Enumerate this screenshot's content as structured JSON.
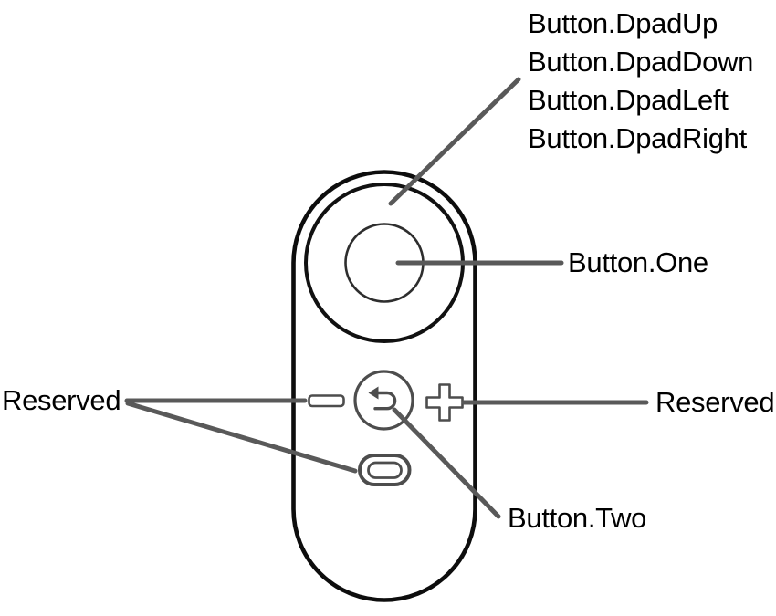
{
  "diagram": {
    "subject": "VR motion controller button mapping",
    "labels": {
      "dpad": [
        "Button.DpadUp",
        "Button.DpadDown",
        "Button.DpadLeft",
        "Button.DpadRight"
      ],
      "button_one": "Button.One",
      "button_two": "Button.Two",
      "reserved_left": "Reserved",
      "reserved_right": "Reserved"
    },
    "callouts": [
      {
        "label": "Button.DpadUp / Button.DpadDown / Button.DpadLeft / Button.DpadRight",
        "target": "touchpad-ring"
      },
      {
        "label": "Button.One",
        "target": "touchpad-center-button"
      },
      {
        "label": "Reserved",
        "target": "volume-minus-button"
      },
      {
        "label": "Reserved",
        "target": "home-button"
      },
      {
        "label": "Reserved",
        "target": "volume-plus-button"
      },
      {
        "label": "Button.Two",
        "target": "back-button"
      }
    ],
    "colors": {
      "background": "#ffffff",
      "text": "#000000",
      "leader_line": "#595959",
      "body_outline": "#0d0d0d",
      "ring_outline": "#111111",
      "center_circle_outline": "#2e2e2e",
      "button_outline": "#4d4d4d"
    }
  }
}
